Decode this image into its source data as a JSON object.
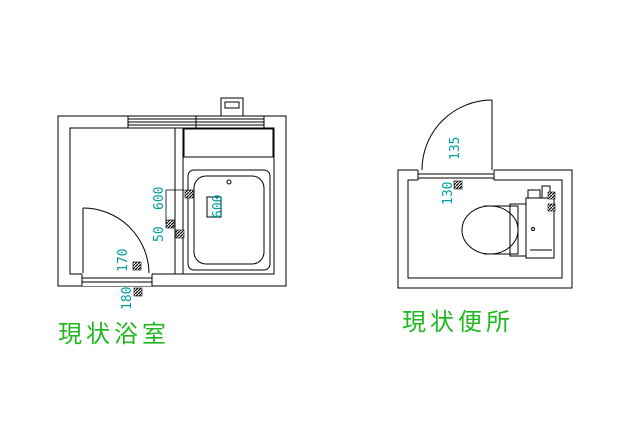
{
  "bath": {
    "title": "現状浴室",
    "dims": {
      "d600a": "600",
      "d600b": "600",
      "d50": "50",
      "d170": "170",
      "d180": "180"
    }
  },
  "toilet": {
    "title": "現状便所",
    "dims": {
      "d135": "135",
      "d130": "130"
    }
  },
  "colors": {
    "line": "#000000",
    "dim": "#00a0a0",
    "title": "#22b822"
  }
}
